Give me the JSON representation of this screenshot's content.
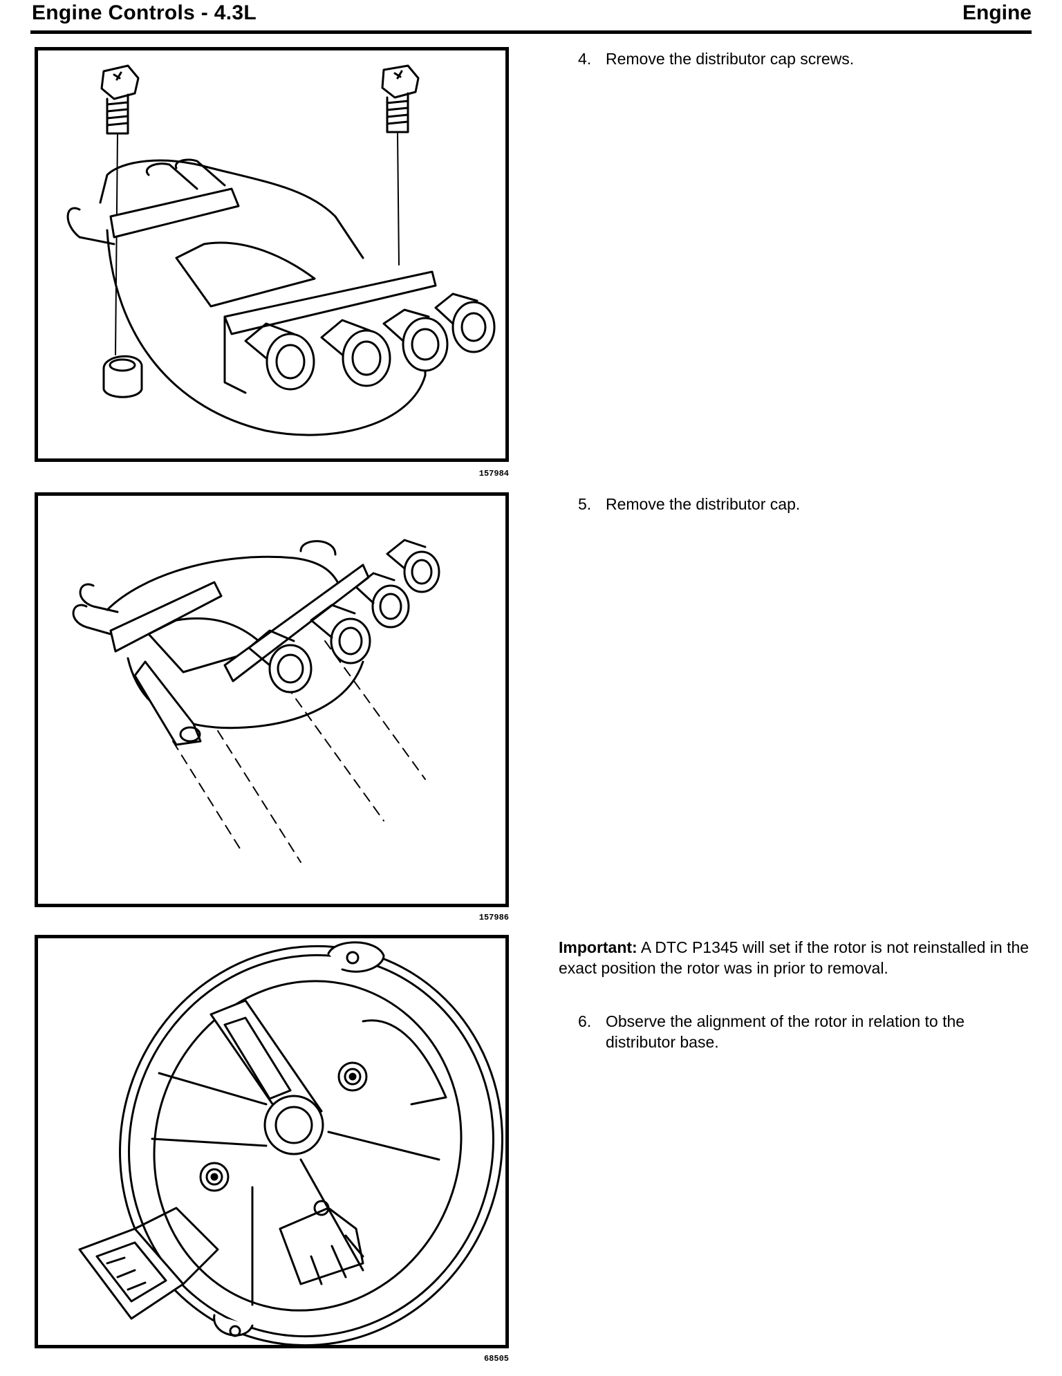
{
  "header": {
    "left_title": "Engine Controls - 4.3L",
    "right_title": "Engine"
  },
  "figures": [
    {
      "id": "157984",
      "icon": "distributor-cap-screws-illustration"
    },
    {
      "id": "157986",
      "icon": "distributor-cap-removal-illustration"
    },
    {
      "id": "68505",
      "icon": "rotor-distributor-base-illustration"
    }
  ],
  "steps": {
    "step4": {
      "number": "4.",
      "text": "Remove the distributor cap screws."
    },
    "step5": {
      "number": "5.",
      "text": "Remove the distributor cap."
    },
    "important": {
      "label": "Important:",
      "text": "A DTC P1345 will set if the rotor is not reinstalled in the exact position the rotor was in prior to removal."
    },
    "step6": {
      "number": "6.",
      "text": "Observe the alignment of the rotor in relation to the distributor base."
    }
  }
}
